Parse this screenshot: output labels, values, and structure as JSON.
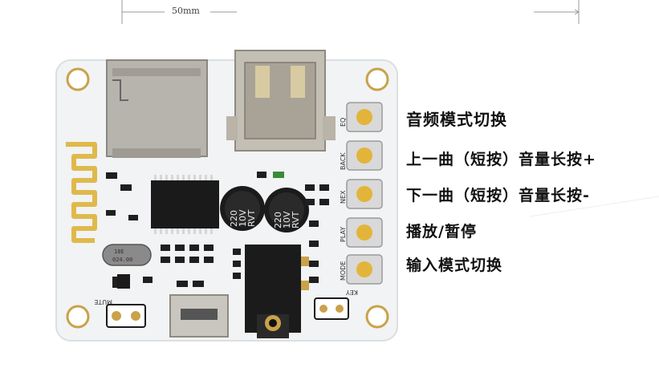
{
  "dimension": {
    "label": "50mm"
  },
  "board": {
    "button_labels": [
      "EQ",
      "BACK",
      "NEX",
      "PLAY",
      "MODE"
    ],
    "capacitor_text": [
      "220",
      "10V",
      "RVT"
    ],
    "crystal_text": [
      "024.00",
      "18E"
    ],
    "mute_label": "MUTE",
    "key_label": "KEY"
  },
  "callouts": [
    "音频模式切换",
    "上一曲（短按）音量长按+",
    "下一曲（短按）音量长按-",
    "播放/暂停",
    "输入模式切换"
  ],
  "colors": {
    "pcb": "#f1f3f4",
    "chip": "#1a1a1a",
    "metal": "#b9b3a8",
    "gold": "#e2b53a"
  }
}
